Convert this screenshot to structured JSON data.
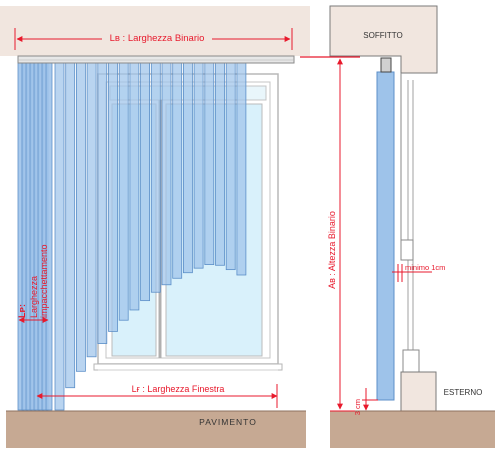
{
  "labels": {
    "rail_width": "Lʙ : Larghezza Binario",
    "window_width": "Lғ : Larghezza Finestra",
    "rail_height": "Aʙ : Altezza Binario",
    "pack_width_abbr": "Lᴘ:",
    "pack_width_1": "Larghezza",
    "pack_width_2": "impacchettamento",
    "min_gap": "minimo 1cm",
    "floor_gap": "3 cm"
  },
  "areas": {
    "ceiling": "SOFFITTO",
    "outside": "ESTERNO",
    "floor": "PAVIMENTO"
  },
  "colors": {
    "dimension": "#e8192c",
    "slat": "#9ec3ea",
    "slat_edge": "#5c8fc8",
    "floor": "#c6a993",
    "ceiling": "#f1e6df",
    "window_glass": "#d9f1fb"
  }
}
